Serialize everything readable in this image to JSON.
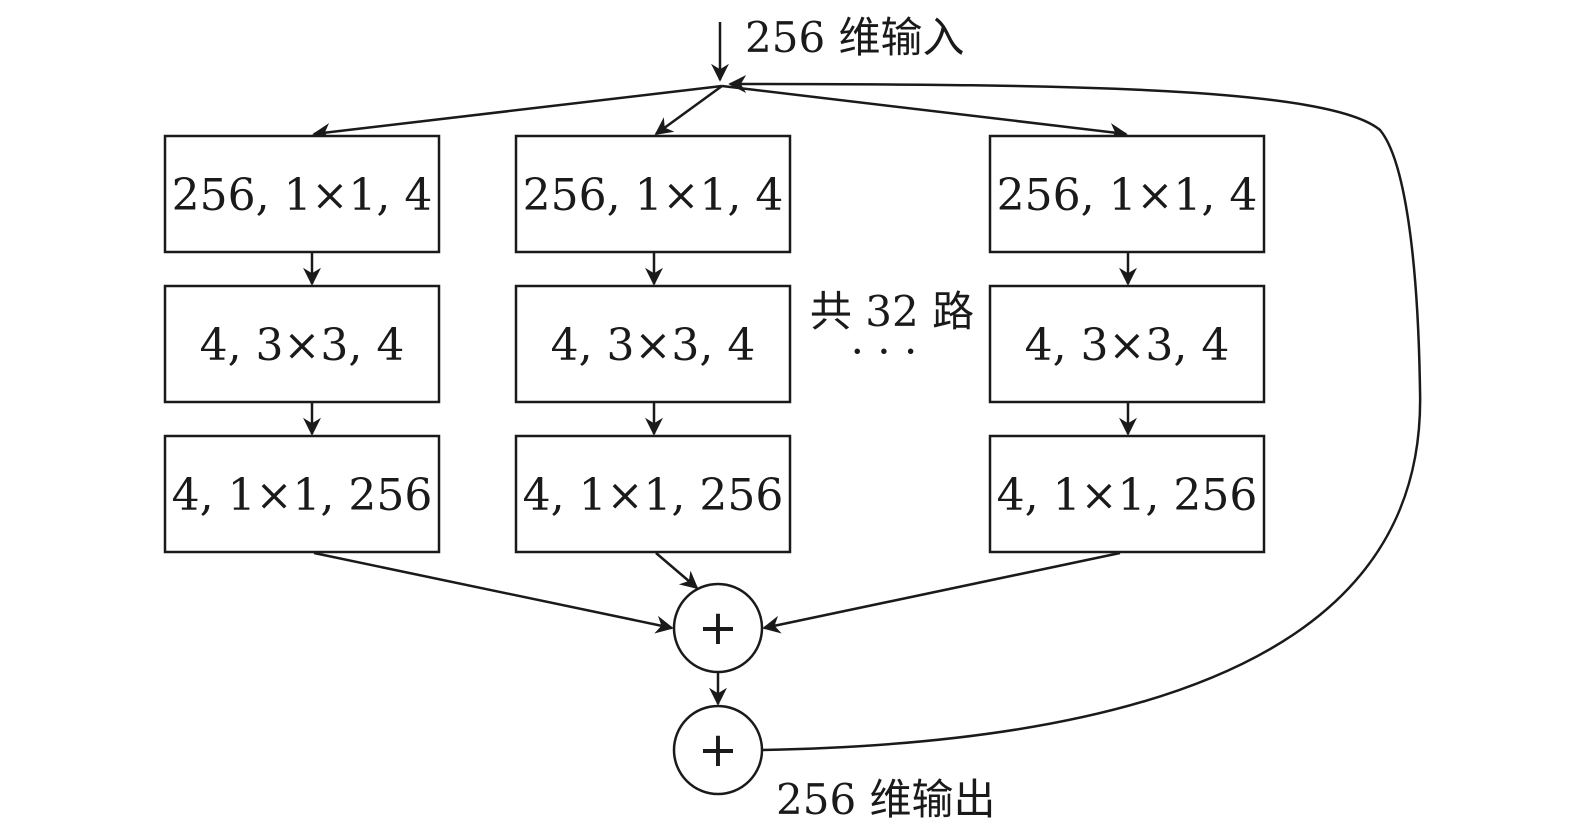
{
  "diagram": {
    "input_label": "256 维输入",
    "output_label": "256 维输出",
    "paths_label": "共 32 路",
    "ellipsis": "· · ·",
    "branches": [
      {
        "layers": [
          "256, 1×1, 4",
          "4, 3×3, 4",
          "4, 1×1, 256"
        ]
      },
      {
        "layers": [
          "256, 1×1, 4",
          "4, 3×3, 4",
          "4, 1×1, 256"
        ]
      },
      {
        "layers": [
          "256, 1×1, 4",
          "4, 3×3, 4",
          "4, 1×1, 256"
        ]
      }
    ],
    "aggregate_symbol": "+",
    "residual_symbol": "+"
  }
}
